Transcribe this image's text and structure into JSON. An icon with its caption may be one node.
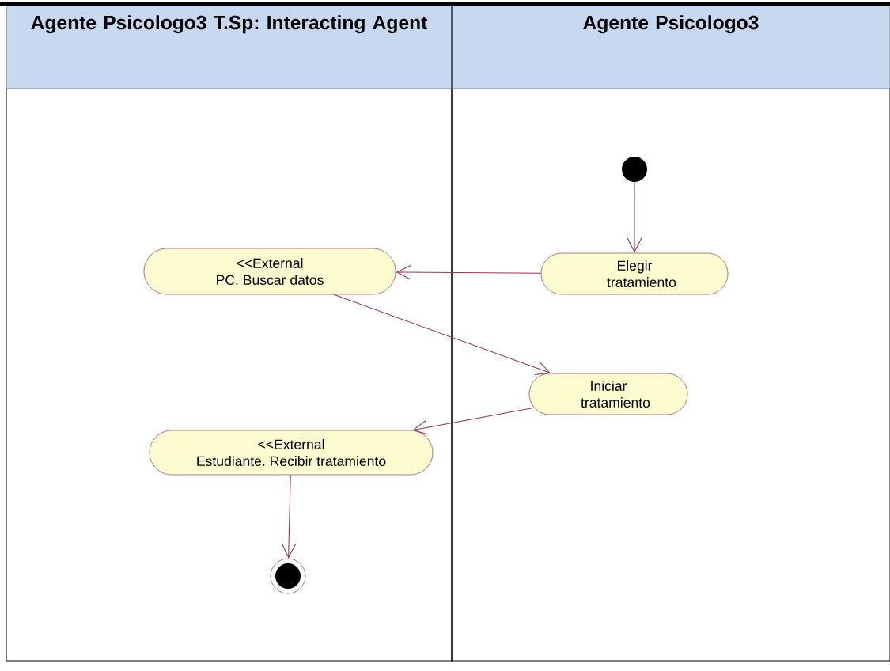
{
  "diagram": {
    "nodes": [
      {
        "text": [
          "Agente Psicologo3 T.Sp: Interacting Agent"
        ]
      },
      {
        "text": [
          "Agente Psicologo3"
        ]
      },
      {
        "text": [],
        "shape": "circle",
        "in": 1
      },
      {
        "text": [
          "Elegir tratamiento"
        ],
        "in": 1
      },
      {
        "text": [
          "<<External",
          "PC. Buscar datos"
        ],
        "in": 0
      },
      {
        "text": [
          "Iniciar tratamiento"
        ],
        "in": 1
      },
      {
        "text": [
          "<<External",
          "Estudiante. Recibir tratamiento"
        ],
        "in": 0
      },
      {
        "text": [],
        "shape": "circle",
        "in": 0
      }
    ],
    "edges": [
      {
        "from": 2,
        "to": 3,
        "arrow": "to"
      },
      {
        "from": 3,
        "to": 4,
        "arrow": "to"
      },
      {
        "from": 4,
        "to": 5,
        "arrow": "to"
      },
      {
        "from": 5,
        "to": 6,
        "arrow": "to"
      },
      {
        "from": 6,
        "to": 7,
        "arrow": "to"
      }
    ]
  }
}
